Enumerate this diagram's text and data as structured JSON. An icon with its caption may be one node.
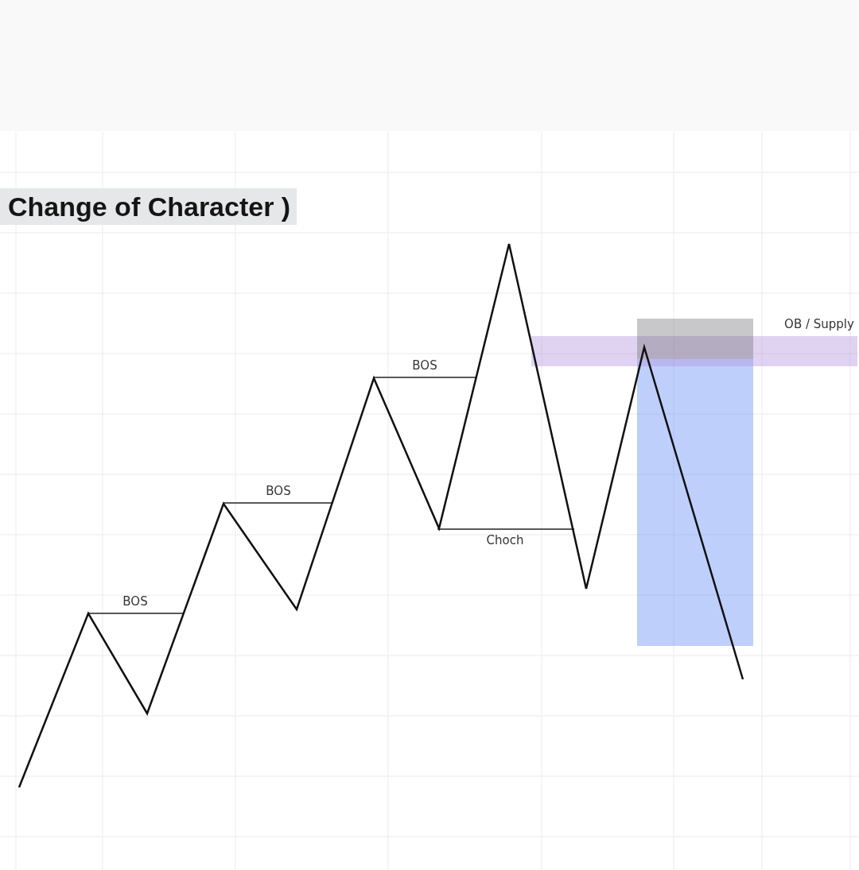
{
  "diagram": {
    "title": "Change of Character )",
    "labels": [
      "OB / Supply",
      "BOS",
      "BOS",
      "Choch",
      "BOS"
    ]
  }
}
